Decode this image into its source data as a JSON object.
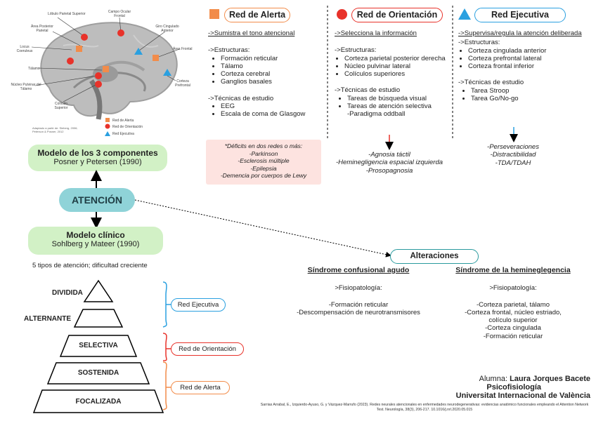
{
  "brain": {
    "labels": {
      "parietal_sup": "Lóbulo Parietal Superior",
      "campo_ocular": "Campo Ocular Frontal",
      "parietal_post": "Área Posterior Parietal",
      "cingulado": "Giro Cingulado Anterior",
      "locus": "Locus Coeruleus",
      "area_frontal": "Área Frontal",
      "talamo": "Tálamo",
      "pulvinar": "Núcleo Pulvinar del Tálamo",
      "corteza_pref": "Corteza Prefrontal",
      "coliculo": "Colículo Superior"
    },
    "legend": [
      "Red de Alerta",
      "Red de Orientación",
      "Red Ejecutiva"
    ],
    "caption": "Adaptado a partir de: Sieberg, 2006; Peterson & Posner, 2012"
  },
  "colors": {
    "alerta": "#f28c4a",
    "orientacion": "#e8322a",
    "ejecutiva": "#2aa0e0",
    "green": "#d2f1c6",
    "teal": "#8fd3d8",
    "pink": "#fde3e0"
  },
  "model3": {
    "title": "Modelo de los 3 componentes",
    "sub": "Posner y Petersen (1990)"
  },
  "atencion": "ATENCIÓN",
  "clinico": {
    "title": "Modelo clínico",
    "sub": "Sohlberg y Mateer (1990)"
  },
  "tipos": "5 tipos de atención; dificultad creciente",
  "pyramid": [
    "DIVIDIDA",
    "ALTERNANTE",
    "SELECTIVA",
    "SOSTENIDA",
    "FOCALIZADA"
  ],
  "side": {
    "ejecutiva": "Red Ejecutiva",
    "orientacion": "Red de Orientación",
    "alerta": "Red de Alerta"
  },
  "alerta": {
    "title": "Red de Alerta",
    "func": "->Sumistra el tono atencional",
    "est_head": "->Estructuras:",
    "est": [
      "Formación reticular",
      "Tálamo",
      "Corteza cerebral",
      "Ganglios basales"
    ],
    "tec_head": "->Técnicas de estudio",
    "tec": [
      "EEG",
      "Escala de coma de Glasgow"
    ]
  },
  "deficits": {
    "head": "*Déficits en dos redes o más:",
    "items": [
      "-Parkinson",
      "-Esclerosis múltiple",
      "-Epilepsia",
      "-Demencia por cuerpos de Lewy"
    ]
  },
  "orientacion": {
    "title": "Red de Orientación",
    "func": "->Selecciona la información",
    "est_head": "->Estructuras:",
    "est": [
      "Corteza parietal posterior derecha",
      "Núcleo pulvinar lateral",
      "Colículos superiores"
    ],
    "tec_head": "->Técnicas de estudio",
    "tec": [
      "Tareas de búsqueda visual",
      "Tareas de atención selectiva"
    ],
    "tec_extra": "-Paradigma oddball",
    "alt": [
      "-Agnosia táctil",
      "-Heminegligencia espacial izquierda",
      "-Prosopagnosia"
    ]
  },
  "ejecutiva": {
    "title": "Red Ejecutiva",
    "func": "->Supervisa/regula la atención deliberada",
    "est_head": "->Estructuras:",
    "est": [
      "Corteza cingulada anterior",
      "Corteza prefrontal lateral",
      "Corteza frontal inferior"
    ],
    "tec_head": "->Técnicas de estudio",
    "tec": [
      "Tarea Stroop",
      "Tarea Go/No-go"
    ],
    "alt": [
      "-Perseveraciones",
      "-Distractibilidad",
      "-TDA/TDAH"
    ]
  },
  "alteraciones": {
    "title": "Alteraciones",
    "s1": {
      "title": "Síndrome confusional agudo",
      "fis": ">Fisiopatología:",
      "items": [
        "-Formación reticular",
        "-Descompensación de neurotransmisores"
      ]
    },
    "s2": {
      "title": "Síndrome de la hemineglegencia",
      "fis": ">Fisiopatología:",
      "items": [
        "-Corteza parietal, tálamo",
        "-Corteza frontal, núcleo estriado, colículo superior",
        "-Corteza cingulada",
        "-Formación reticular"
      ]
    }
  },
  "author": {
    "label": "Alumna:",
    "name": "Laura Jorques Bacete",
    "subject": "Psicofisiología",
    "uni": "Universitat Internacional de València"
  },
  "reference": "Sarrias Arrabal, E., Izquierdo-Ayuso, G. y Vázquez-Marrufo (2023). Redes neurales atencionales en enfermedades neurodegenerativas: evidencias anatómico funcionales empleando el Attention Network Test. Neurología, 38(3), 206-217. 10.1016/j.nrl.2020.05.015"
}
